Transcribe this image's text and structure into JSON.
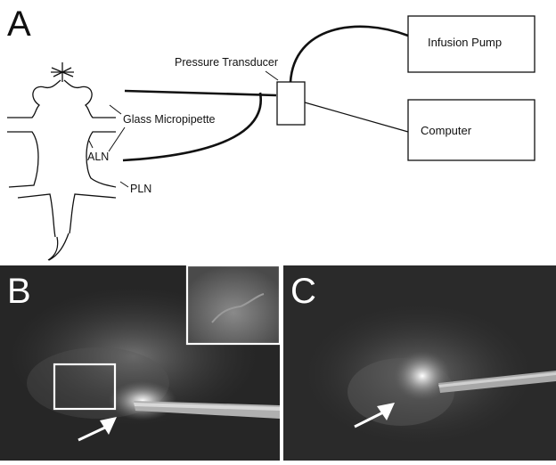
{
  "panels": {
    "a": {
      "letter": "A"
    },
    "b": {
      "letter": "B"
    },
    "c": {
      "letter": "C"
    }
  },
  "labels": {
    "pressure_transducer": "Pressure Transducer",
    "infusion_pump": "Infusion Pump",
    "computer": "Computer",
    "glass_micropipette": "Glass Micropipette",
    "aln": "ALN",
    "pln": "PLN"
  },
  "colors": {
    "line": "#111111",
    "micrograph_bg": "#262626",
    "overlay": "#ffffff"
  }
}
